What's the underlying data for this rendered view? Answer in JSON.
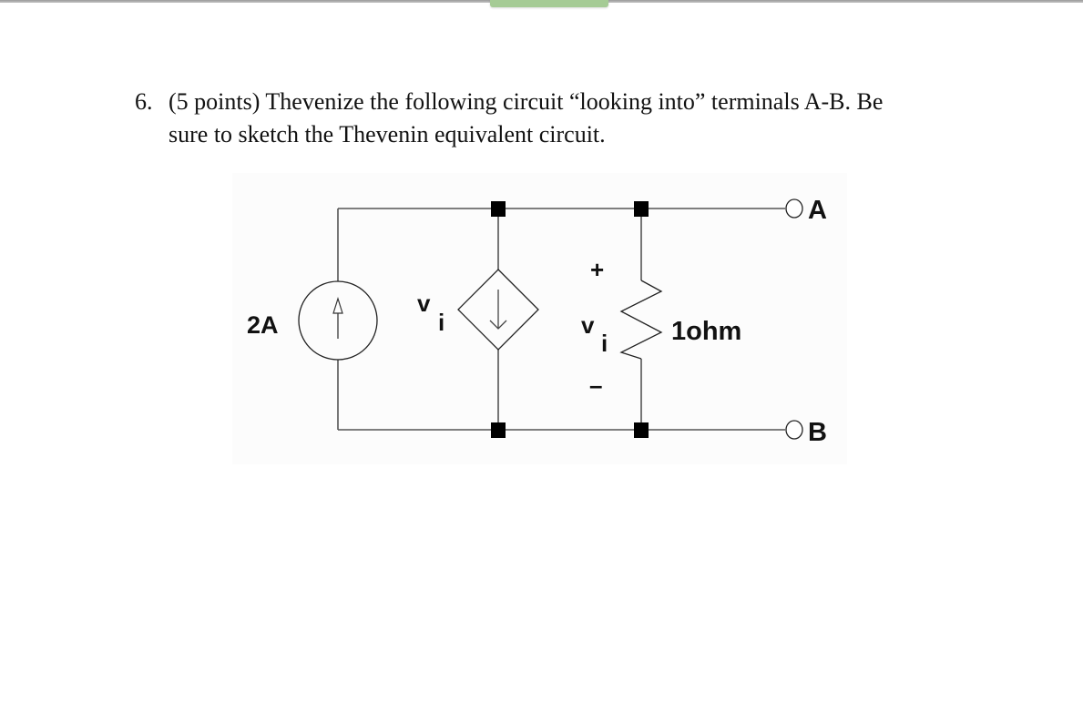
{
  "viewer": {
    "tab_color": "#a5cb95"
  },
  "question": {
    "number": "6.",
    "line1": "(5 points) Thevenize the following circuit “looking into” terminals A-B. Be",
    "line2": "sure to sketch the Thevenin equivalent circuit."
  },
  "circuit": {
    "current_source": {
      "label": "2A",
      "direction": "up"
    },
    "dependent_source": {
      "label_main": "v",
      "label_sub": "i",
      "direction": "down"
    },
    "resistor": {
      "label": "1ohm",
      "voltage_label_main": "v",
      "voltage_label_sub": "i",
      "plus": "+",
      "minus": "–"
    },
    "terminals": {
      "top": "A",
      "bottom": "B"
    }
  }
}
